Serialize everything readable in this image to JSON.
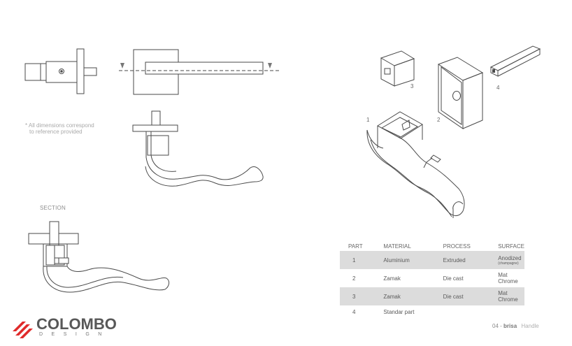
{
  "note": {
    "line1": "* All dimensions correspond",
    "line2": "to reference provided"
  },
  "section_label": "SECTION",
  "part_labels": [
    "1",
    "2",
    "3",
    "4"
  ],
  "table": {
    "headers": [
      "PART",
      "MATERIAL",
      "PROCESS",
      "SURFACE"
    ],
    "rows": [
      {
        "part": "1",
        "material": "Aluminium",
        "process": "Extruded",
        "surface": "Anodized",
        "surface_sub": "(champagne)"
      },
      {
        "part": "2",
        "material": "Zamak",
        "process": "Die cast",
        "surface": "Mat Chrome",
        "surface_sub": ""
      },
      {
        "part": "3",
        "material": "Zamak",
        "process": "Die cast",
        "surface": "Mat Chrome",
        "surface_sub": ""
      },
      {
        "part": "4",
        "material": "Standar part",
        "process": "",
        "surface": "",
        "surface_sub": ""
      }
    ]
  },
  "logo": {
    "name": "COLOMBO",
    "sub": "DESIGN",
    "accent": "#e02a2a"
  },
  "footer": {
    "number": "04 -",
    "product": "brisa",
    "category": "Handle"
  }
}
